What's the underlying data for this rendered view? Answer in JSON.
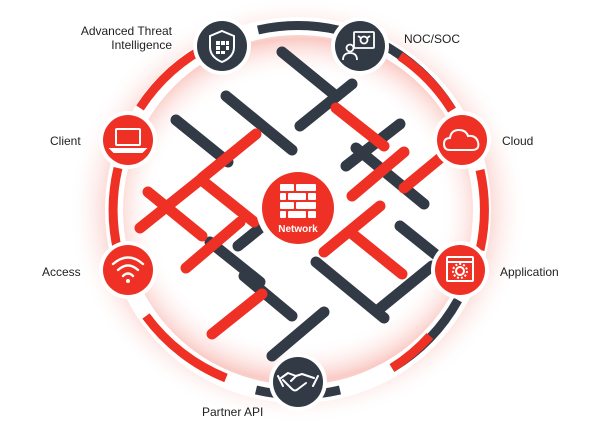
{
  "diagram": {
    "center": {
      "label": "Network",
      "icon": "firewall-icon"
    },
    "nodes": [
      {
        "id": "advanced-threat-intelligence",
        "label_lines": [
          "Advanced Threat",
          "Intelligence"
        ],
        "icon": "shield-icon"
      },
      {
        "id": "noc-soc",
        "label_lines": [
          "NOC/SOC"
        ],
        "icon": "analyst-monitor-icon"
      },
      {
        "id": "client",
        "label_lines": [
          "Client"
        ],
        "icon": "laptop-icon"
      },
      {
        "id": "cloud",
        "label_lines": [
          "Cloud"
        ],
        "icon": "cloud-icon"
      },
      {
        "id": "access",
        "label_lines": [
          "Access"
        ],
        "icon": "wifi-icon"
      },
      {
        "id": "application",
        "label_lines": [
          "Application"
        ],
        "icon": "app-window-gear-icon"
      },
      {
        "id": "partner-api",
        "label_lines": [
          "Partner API"
        ],
        "icon": "handshake-icon"
      }
    ],
    "colors": {
      "red": "#ee3124",
      "dark": "#323a45",
      "glow": "#f5a49c"
    }
  }
}
